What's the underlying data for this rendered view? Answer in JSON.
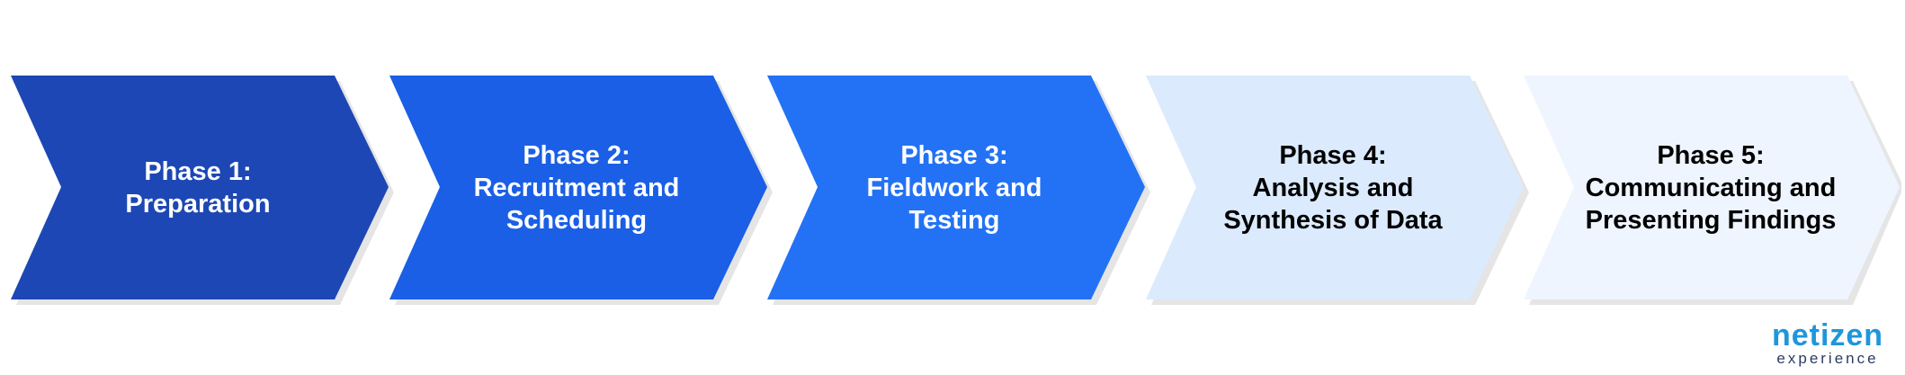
{
  "phases": [
    {
      "lines": [
        "Phase 1:",
        "Preparation"
      ],
      "fill": "#1d47b4",
      "text_color": "#ffffff"
    },
    {
      "lines": [
        "Phase 2:",
        "Recruitment and",
        "Scheduling"
      ],
      "fill": "#1a5fe6",
      "text_color": "#ffffff"
    },
    {
      "lines": [
        "Phase 3:",
        "Fieldwork and",
        "Testing"
      ],
      "fill": "#2372f5",
      "text_color": "#ffffff"
    },
    {
      "lines": [
        "Phase 4:",
        "Analysis and",
        "Synthesis of Data"
      ],
      "fill": "#dbeafd",
      "text_color": "#000000"
    },
    {
      "lines": [
        "Phase 5:",
        "Communicating and",
        "Presenting Findings"
      ],
      "fill": "#eef5fe",
      "text_color": "#000000"
    }
  ],
  "logo": {
    "word": "netizen",
    "subword": "experience",
    "word_color": "#1e96db",
    "sub_color": "#2a3c63"
  }
}
